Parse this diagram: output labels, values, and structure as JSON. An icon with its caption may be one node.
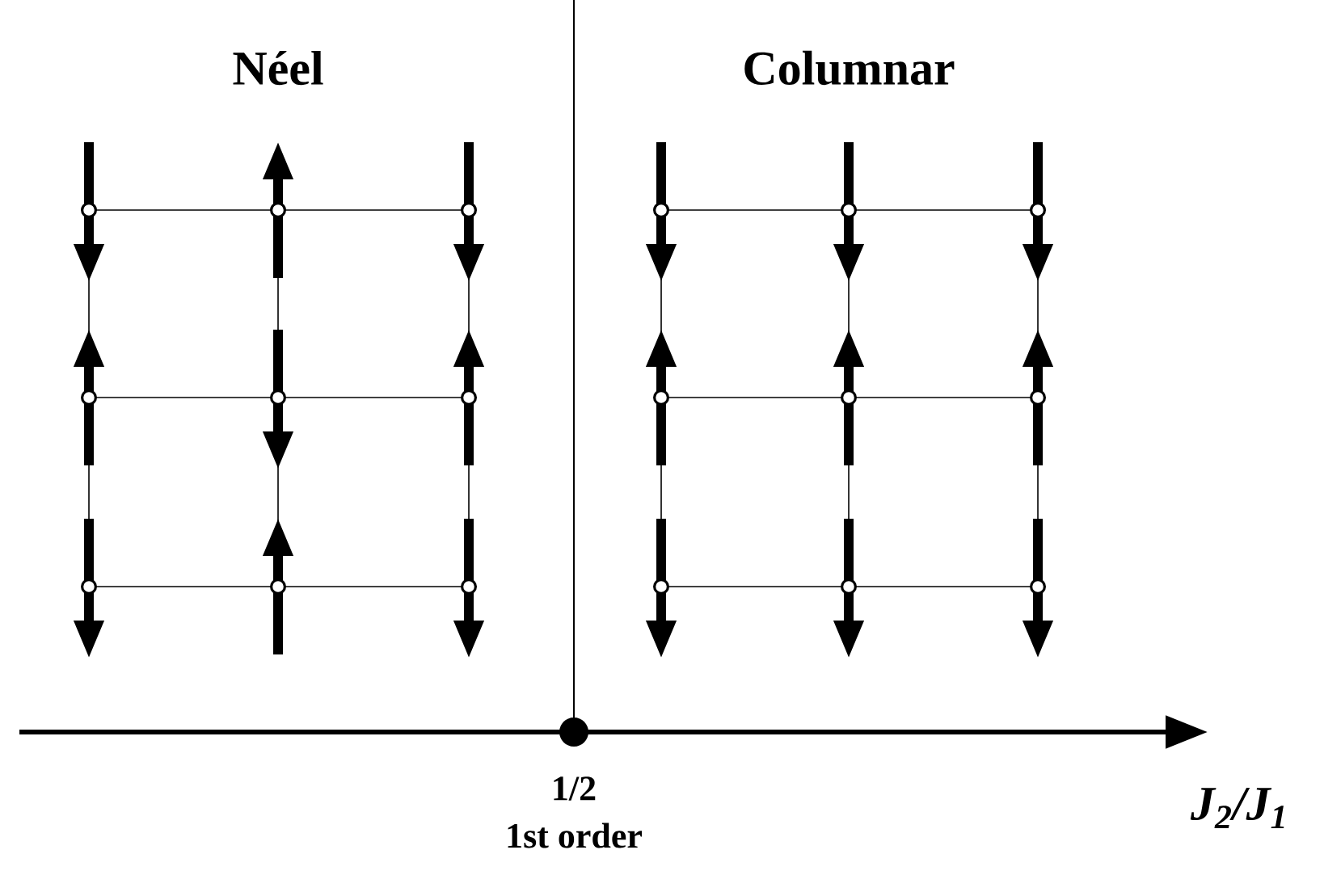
{
  "diagram": {
    "labels": [
      "Néel",
      "Columnar",
      "1/2",
      "1st order",
      "J$_{2}$/J$_{1}$"
    ]
  }
}
